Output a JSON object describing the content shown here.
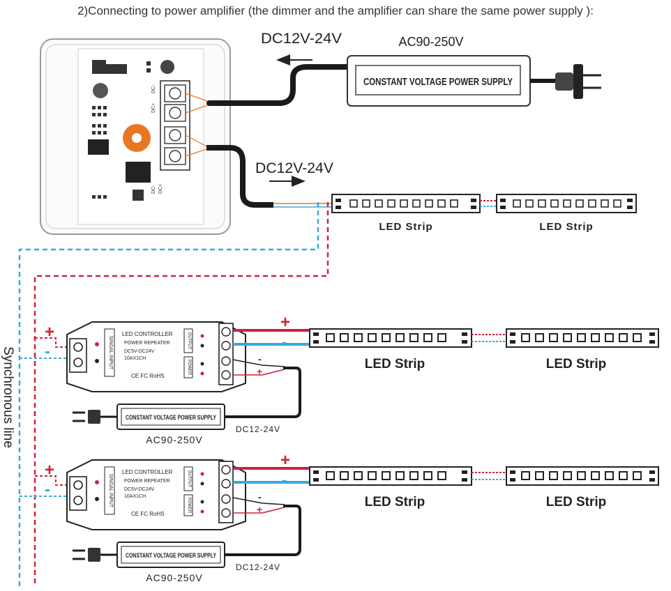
{
  "caption": "2)Connecting to power amplifier (the dimmer and the amplifier can share the same power supply ):",
  "top": {
    "supply_label": "CONSTANT VOLTAGE POWER SUPPLY",
    "ac_label": "AC90-250V",
    "dc_label_1": "DC12V-24V",
    "dc_label_2": "DC12V-24V",
    "strip_label": "LED Strip",
    "dimmer_terminals": [
      "DC-",
      "DC+",
      "DC-",
      "DC+"
    ]
  },
  "sync_label": "Synchronous line",
  "repeaters": [
    {
      "ctrl_lines": [
        "LED CONTROLLER",
        "POWER REPEATER",
        "DC5V-DC24V",
        "10AX1CH"
      ],
      "ctrl_marks": "CE FC RoHS",
      "in_label": "SINGAL INPUT",
      "out_label": "OUTPUT",
      "pwr_label": "POWER",
      "plus": "+",
      "minus": "-",
      "supply_label": "CONSTANT VOLTAGE POWER SUPPLY",
      "ac_label": "AC90-250V",
      "dc_label": "DC12-24V",
      "strip_label": "LED Strip"
    },
    {
      "ctrl_lines": [
        "LED CONTROLLER",
        "POWER REPEATER",
        "DC5V-DC24V",
        "10AX1CH"
      ],
      "ctrl_marks": "CE FC RoHS",
      "in_label": "SINGAL INPUT",
      "out_label": "OUTPUT",
      "pwr_label": "POWER",
      "plus": "+",
      "minus": "-",
      "supply_label": "CONSTANT VOLTAGE POWER SUPPLY",
      "ac_label": "AC90-250V",
      "dc_label": "DC12-24V",
      "strip_label": "LED Strip"
    }
  ],
  "colors": {
    "red_wire": "#d0213c",
    "blue_wire": "#3aa9dc",
    "black": "#1a1a1a"
  }
}
